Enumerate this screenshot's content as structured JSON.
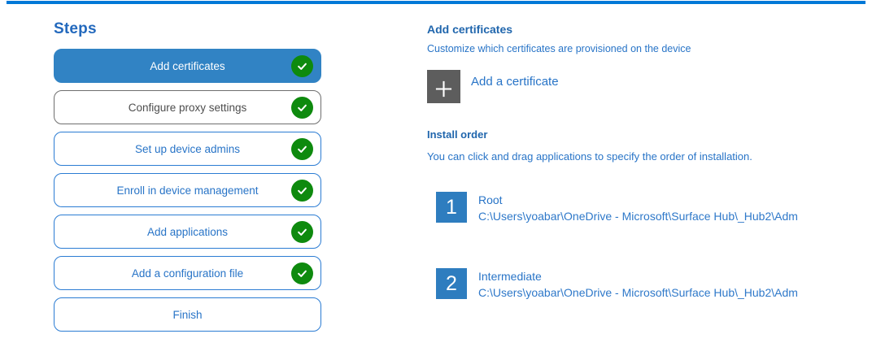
{
  "colors": {
    "accent_blue": "#0078d7",
    "active_step_blue": "#3183c4",
    "outline_blue": "#2b7cd3",
    "text_blue": "#2874c7",
    "heading_blue": "#2066ad",
    "check_green": "#0e8a0e",
    "plus_gray": "#5d5d5d",
    "number_square_blue": "#2e7dbf"
  },
  "steps_panel": {
    "title": "Steps",
    "items": [
      {
        "label": "Add certificates",
        "state": "active",
        "completed": true
      },
      {
        "label": "Configure proxy settings",
        "state": "muted",
        "completed": true
      },
      {
        "label": "Set up device admins",
        "state": "normal",
        "completed": true
      },
      {
        "label": "Enroll in device management",
        "state": "normal",
        "completed": true
      },
      {
        "label": "Add applications",
        "state": "normal",
        "completed": true
      },
      {
        "label": "Add a configuration file",
        "state": "normal",
        "completed": true
      },
      {
        "label": "Finish",
        "state": "normal",
        "completed": false
      }
    ]
  },
  "content": {
    "title": "Add certificates",
    "subtitle": "Customize which certificates are provisioned on the device",
    "add_button": {
      "icon": "plus-icon",
      "label": "Add a certificate"
    },
    "install_order": {
      "title": "Install order",
      "description": "You can click and drag applications to specify the order of installation.",
      "items": [
        {
          "number": "1",
          "name": "Root",
          "path": "C:\\Users\\yoabar\\OneDrive - Microsoft\\Surface Hub\\_Hub2\\Adm"
        },
        {
          "number": "2",
          "name": "Intermediate",
          "path": "C:\\Users\\yoabar\\OneDrive - Microsoft\\Surface Hub\\_Hub2\\Adm"
        }
      ]
    }
  }
}
